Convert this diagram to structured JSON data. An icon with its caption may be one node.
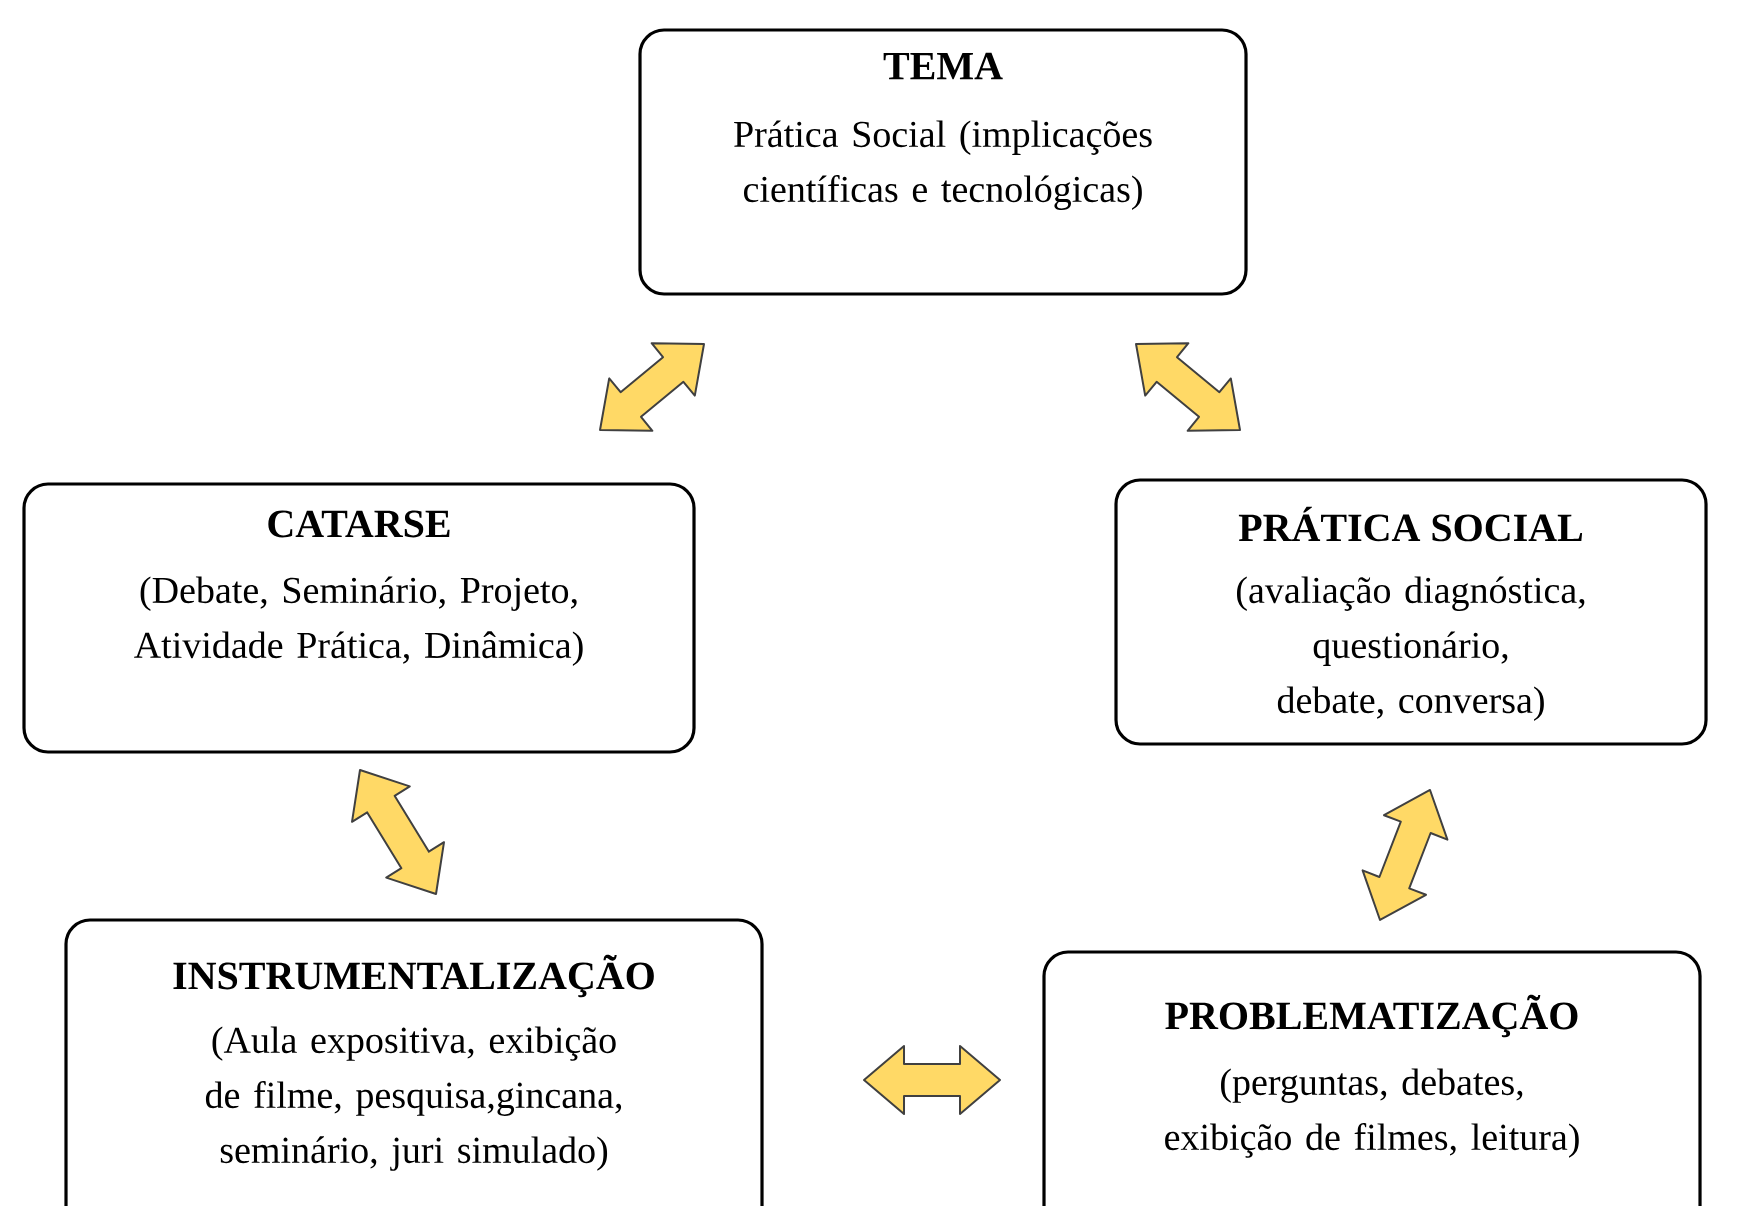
{
  "diagram": {
    "nodes": [
      {
        "text": [
          "TEMA",
          "Prática Social (implicações científicas e tecnológicas)"
        ]
      },
      {
        "text": [
          "CATARSE",
          "(Debate, Seminário, Projeto, Atividade Prática, Dinâmica)"
        ]
      },
      {
        "text": [
          "PRÁTICA SOCIAL",
          "(avaliação diagnóstica, questionário, debate, conversa)"
        ]
      },
      {
        "text": [
          "INSTRUMENTALIZAÇÃO",
          "(Aula expositiva, exibição de filme, pesquisa,gincana, seminário, juri simulado)"
        ]
      },
      {
        "text": [
          "PROBLEMATIZAÇÃO",
          "(perguntas, debates, exibição de filmes, leitura)"
        ]
      }
    ],
    "edges": [
      {
        "from": 0,
        "to": 1,
        "arrow": "both"
      },
      {
        "from": 0,
        "to": 2,
        "arrow": "both"
      },
      {
        "from": 1,
        "to": 3,
        "arrow": "both"
      },
      {
        "from": 2,
        "to": 4,
        "arrow": "both"
      },
      {
        "from": 3,
        "to": 4,
        "arrow": "both"
      }
    ]
  }
}
